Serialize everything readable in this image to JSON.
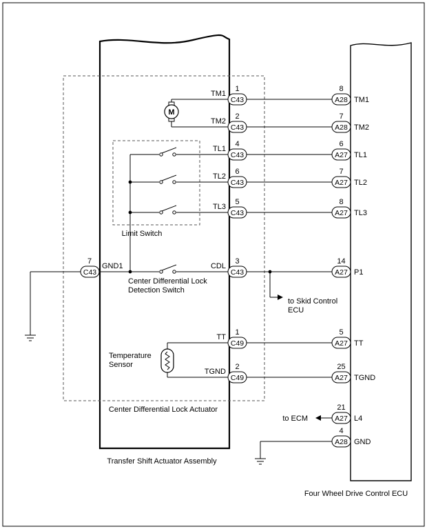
{
  "blocks": {
    "left_assembly": "Transfer Shift Actuator Assembly",
    "actuator": "Center Differential Lock Actuator",
    "right_ecu": "Four Wheel Drive Control ECU"
  },
  "components": {
    "motor": "M",
    "limit_switch": "Limit Switch",
    "detection_switch_line1": "Center Differential Lock",
    "detection_switch_line2": "Detection Switch",
    "temp_sensor_line1": "Temperature",
    "temp_sensor_line2": "Sensor"
  },
  "gnd1": {
    "pin": "7",
    "connector": "C43",
    "signal": "GND1"
  },
  "left_connections": [
    {
      "signal": "TM1",
      "pin": "1",
      "connector": "C43"
    },
    {
      "signal": "TM2",
      "pin": "2",
      "connector": "C43"
    },
    {
      "signal": "TL1",
      "pin": "4",
      "connector": "C43"
    },
    {
      "signal": "TL2",
      "pin": "6",
      "connector": "C43"
    },
    {
      "signal": "TL3",
      "pin": "5",
      "connector": "C43"
    },
    {
      "signal": "CDL",
      "pin": "3",
      "connector": "C43"
    },
    {
      "signal": "TT",
      "pin": "1",
      "connector": "C49"
    },
    {
      "signal": "TGND",
      "pin": "2",
      "connector": "C49"
    }
  ],
  "right_connections": [
    {
      "signal": "TM1",
      "pin": "8",
      "connector": "A28"
    },
    {
      "signal": "TM2",
      "pin": "7",
      "connector": "A28"
    },
    {
      "signal": "TL1",
      "pin": "6",
      "connector": "A27"
    },
    {
      "signal": "TL2",
      "pin": "7",
      "connector": "A27"
    },
    {
      "signal": "TL3",
      "pin": "8",
      "connector": "A27"
    },
    {
      "signal": "P1",
      "pin": "14",
      "connector": "A27"
    },
    {
      "signal": "TT",
      "pin": "5",
      "connector": "A27"
    },
    {
      "signal": "TGND",
      "pin": "25",
      "connector": "A27"
    },
    {
      "signal": "L4",
      "pin": "21",
      "connector": "A27"
    },
    {
      "signal": "GND",
      "pin": "4",
      "connector": "A28"
    }
  ],
  "branch_labels": {
    "skid_line1": "to Skid Control",
    "skid_line2": "ECU",
    "ecm": "to ECM"
  }
}
